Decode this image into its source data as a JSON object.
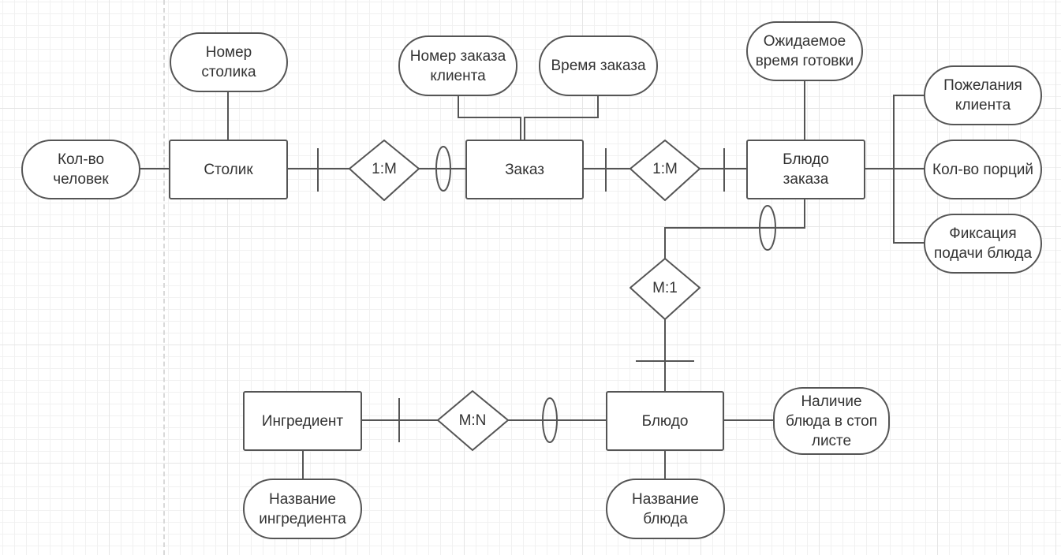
{
  "entities": {
    "table": "Столик",
    "order": "Заказ",
    "order_dish": "Блюдо\nзаказа",
    "dish": "Блюдо",
    "ingredient": "Ингредиент"
  },
  "attributes": {
    "table_number": "Номер\nстолика",
    "people_count": "Кол-во\nчеловек",
    "client_order_number": "Номер заказа\nклиента",
    "order_time": "Время заказа",
    "expected_time": "Ожидаемое\nвремя готовки",
    "client_wishes": "Пожелания\nклиента",
    "portions": "Кол-во порций",
    "serving_fixation": "Фиксация\nподачи блюда",
    "stop_list": "Наличие\nблюда в стоп\nлисте",
    "dish_name": "Название\nблюда",
    "ingredient_name": "Название\nингредиента"
  },
  "relationships": {
    "table_order": "1:M",
    "order_orderdish": "1:M",
    "orderdish_dish": "M:1",
    "ingredient_dish": "M:N"
  },
  "colors": {
    "stroke": "#555555",
    "text": "#333333",
    "grid": "#e6e6e6"
  }
}
